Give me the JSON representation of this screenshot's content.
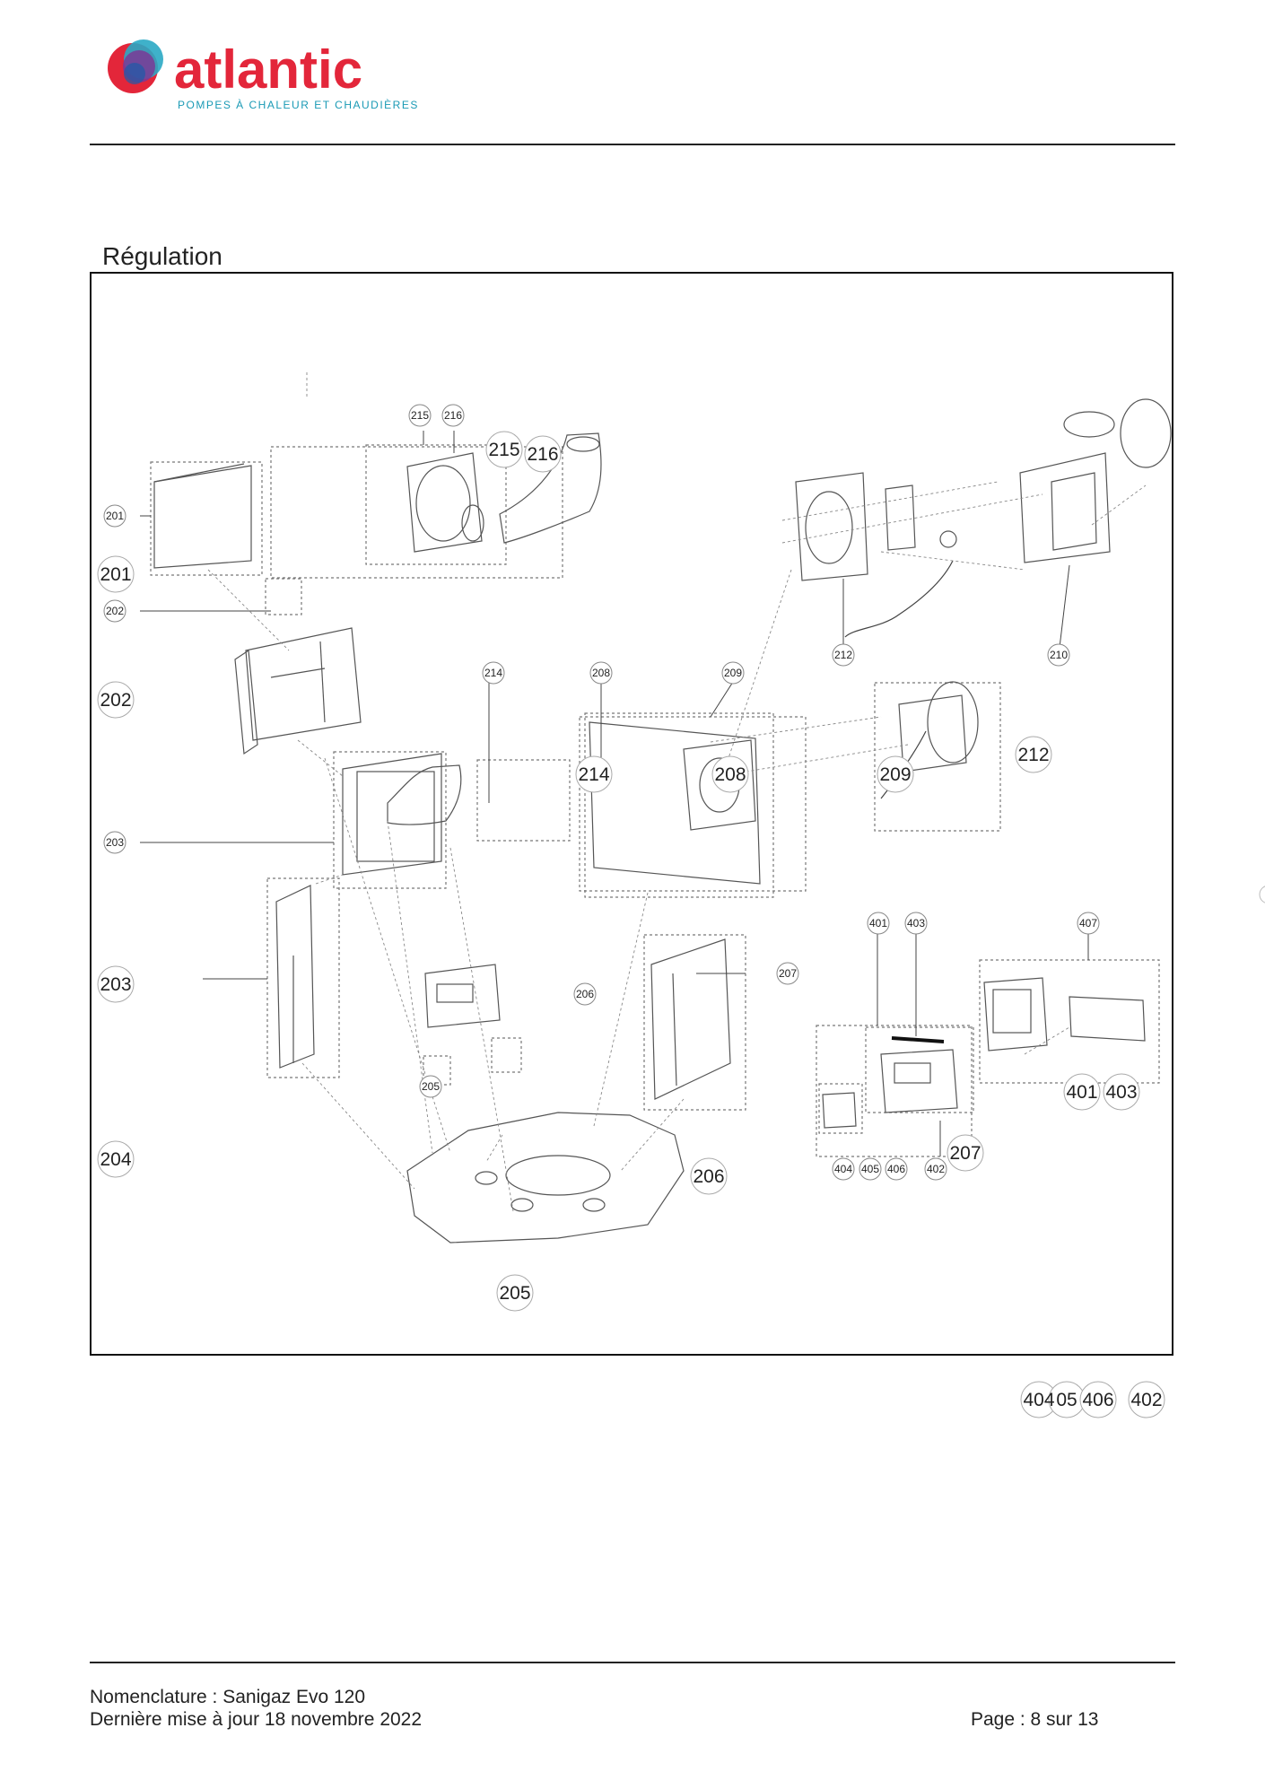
{
  "header": {
    "brand_name": "atlantic",
    "brand_tagline": "POMPES À CHALEUR ET CHAUDIÈRES",
    "brand_colors": {
      "red": "#e3263a",
      "blue": "#1e5ba8",
      "purple": "#7a3a96",
      "teal": "#2aa9c4",
      "tagline": "#1a9ab5"
    }
  },
  "section": {
    "title": "Régulation"
  },
  "diagram": {
    "callouts_small": [
      "215",
      "216",
      "201",
      "202",
      "203",
      "214",
      "208",
      "209",
      "212",
      "210",
      "206",
      "205",
      "401",
      "403",
      "407",
      "207",
      "404",
      "405",
      "406",
      "402"
    ],
    "callouts_large": [
      "215",
      "216",
      "201",
      "202",
      "203",
      "204",
      "214",
      "208",
      "209",
      "212",
      "206",
      "207",
      "205",
      "401",
      "403"
    ]
  },
  "below_frame": {
    "callouts": [
      "404",
      "05",
      "406",
      "402"
    ]
  },
  "footer": {
    "line1": "Nomenclature : Sanigaz Evo 120",
    "line2": "Dernière mise à jour 18 novembre 2022",
    "page": "Page : 8 sur 13"
  }
}
